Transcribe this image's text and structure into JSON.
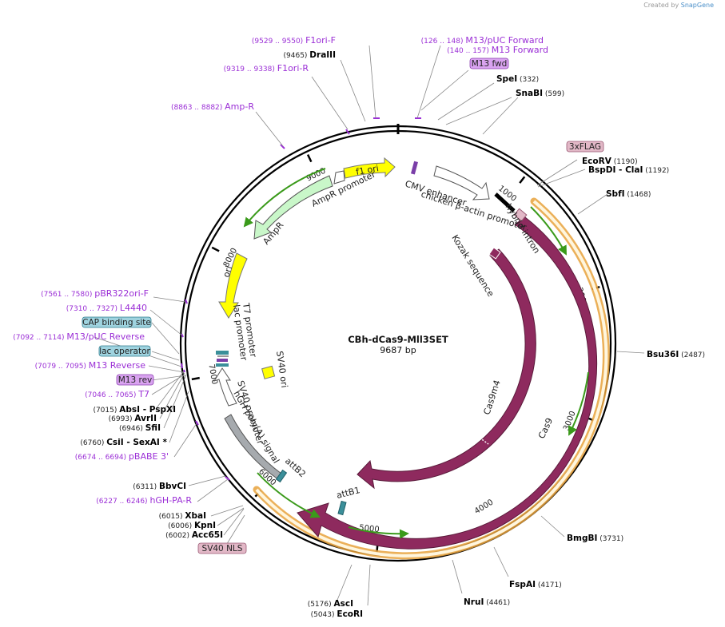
{
  "credit": {
    "prefix": "Created by",
    "brand": "SnapGene"
  },
  "plasmid": {
    "name": "CBh-dCas9-Mll3SET",
    "size_label": "9687 bp",
    "length": 9687
  },
  "ticks": [
    {
      "pos": 1000,
      "label": "1000"
    },
    {
      "pos": 2000,
      "label": "2000"
    },
    {
      "pos": 3000,
      "label": "3000"
    },
    {
      "pos": 4000,
      "label": "4000"
    },
    {
      "pos": 5000,
      "label": "5000"
    },
    {
      "pos": 6000,
      "label": "6000"
    },
    {
      "pos": 7000,
      "label": "7000"
    },
    {
      "pos": 8000,
      "label": "8000"
    },
    {
      "pos": 9000,
      "label": "9000"
    }
  ],
  "primers": [
    {
      "range": "(9529 .. 9550)",
      "name": "F1ori-F"
    },
    {
      "range": "(126 .. 148)",
      "name": "M13/pUC Forward"
    },
    {
      "range": "(140 .. 157)",
      "name": "M13 Forward"
    },
    {
      "range": "(9319 .. 9338)",
      "name": "F1ori-R"
    },
    {
      "range": "(8863 .. 8882)",
      "name": "Amp-R"
    },
    {
      "range": "(7561 .. 7580)",
      "name": "pBR322ori-F"
    },
    {
      "range": "(7310 .. 7327)",
      "name": "L4440"
    },
    {
      "range": "(7092 .. 7114)",
      "name": "M13/pUC Reverse"
    },
    {
      "range": "(7079 .. 7095)",
      "name": "M13 Reverse"
    },
    {
      "range": "(7046 .. 7065)",
      "name": "T7"
    },
    {
      "range": "(6674 .. 6694)",
      "name": "pBABE 3'"
    },
    {
      "range": "(6227 .. 6246)",
      "name": "hGH-PA-R"
    }
  ],
  "enzymes_right": [
    {
      "name": "SpeI",
      "pos": "(332)"
    },
    {
      "name": "SnaBI",
      "pos": "(599)"
    },
    {
      "name": "EcoRV",
      "pos": "(1190)"
    },
    {
      "name": "BspDI",
      "sep": "-",
      "name2": "ClaI",
      "pos": "(1192)"
    },
    {
      "name": "SbfI",
      "pos": "(1468)"
    },
    {
      "name": "Bsu36I",
      "pos": "(2487)"
    },
    {
      "name": "BmgBI",
      "pos": "(3731)"
    },
    {
      "name": "FspAI",
      "pos": "(4171)"
    },
    {
      "name": "NruI",
      "pos": "(4461)"
    }
  ],
  "enzymes_left": [
    {
      "pos": "(9465)",
      "name": "DraIII"
    },
    {
      "pos": "(7015)",
      "name": "AbsI",
      "sep": "-",
      "name2": "PspXI"
    },
    {
      "pos": "(6993)",
      "name": "AvrII"
    },
    {
      "pos": "(6946)",
      "name": "SfiI"
    },
    {
      "pos": "(6760)",
      "name": "CsiI",
      "sep": "-",
      "name2": "SexAI",
      "star": "*"
    },
    {
      "pos": "(6311)",
      "name": "BbvCI"
    },
    {
      "pos": "(6015)",
      "name": "XbaI"
    },
    {
      "pos": "(6006)",
      "name": "KpnI"
    },
    {
      "pos": "(6002)",
      "name": "Acc65I"
    },
    {
      "pos": "(5176)",
      "name": "AscI"
    },
    {
      "pos": "(5043)",
      "name": "EcoRI"
    }
  ],
  "boxed_labels": [
    {
      "text": "M13 fwd",
      "fill": "#d9a3f0",
      "stroke": "#8b3fb0"
    },
    {
      "text": "3xFLAG",
      "fill": "#e2b8c7",
      "stroke": "#9a5a74"
    },
    {
      "text": "CAP binding site",
      "fill": "#9fd3df",
      "stroke": "#2f7d8e"
    },
    {
      "text": "lac operator",
      "fill": "#9fd3df",
      "stroke": "#2f7d8e"
    },
    {
      "text": "M13 rev",
      "fill": "#d9a3f0",
      "stroke": "#8b3fb0"
    },
    {
      "text": "SV40 NLS",
      "fill": "#e2b8c7",
      "stroke": "#9a5a74"
    }
  ],
  "features": [
    {
      "text": "CMV enhancer"
    },
    {
      "text": "chicken β-actin promoter"
    },
    {
      "text": "hybrid intron"
    },
    {
      "text": "Kozak sequence"
    },
    {
      "text": "Cas9m4"
    },
    {
      "text": "Cas9"
    },
    {
      "text": "attB1"
    },
    {
      "text": "attB2"
    },
    {
      "text": "hGH poly(A) signal"
    },
    {
      "text": "SV40 promoter"
    },
    {
      "text": "SV40 ori"
    },
    {
      "text": "T7 promoter"
    },
    {
      "text": "lac promoter"
    },
    {
      "text": "ori"
    },
    {
      "text": "AmpR"
    },
    {
      "text": "AmpR promoter"
    },
    {
      "text": "f1 ori"
    }
  ],
  "colors": {
    "backbone": "#000000",
    "cas9": "#8e2a5e",
    "orf_outline": "#e8a23c",
    "primer": "#9b2fd6",
    "ori": "#ffff00",
    "ampR": "#c9f7c9",
    "promoter": "#ffffff",
    "polyA": "#a6aaae",
    "direction_arrow": "#3a9a1a"
  }
}
